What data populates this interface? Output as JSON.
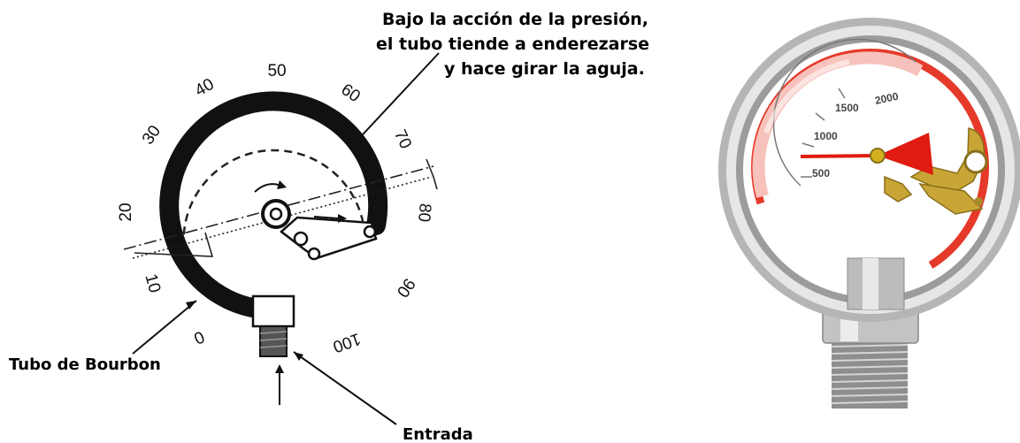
{
  "diagram": {
    "annotations": {
      "pressure_line1": "Bajo la acción de la presión,",
      "pressure_line2": "el tubo tiende a enderezarse",
      "pressure_line3": "y hace girar la aguja.",
      "tube_label": "Tubo de Bourbon",
      "inlet_label": "Entrada"
    },
    "scale_marks": [
      "0",
      "10",
      "20",
      "30",
      "40",
      "50",
      "60",
      "70",
      "80",
      "90",
      "100"
    ],
    "photo_gauge": {
      "dial_labels": [
        "500",
        "1000",
        "1500",
        "2000"
      ],
      "colors": {
        "rim": "#9a9a9a",
        "arc": "#e53a2a",
        "needle": "#e01b10",
        "mechanism": "#c8a536"
      }
    }
  }
}
